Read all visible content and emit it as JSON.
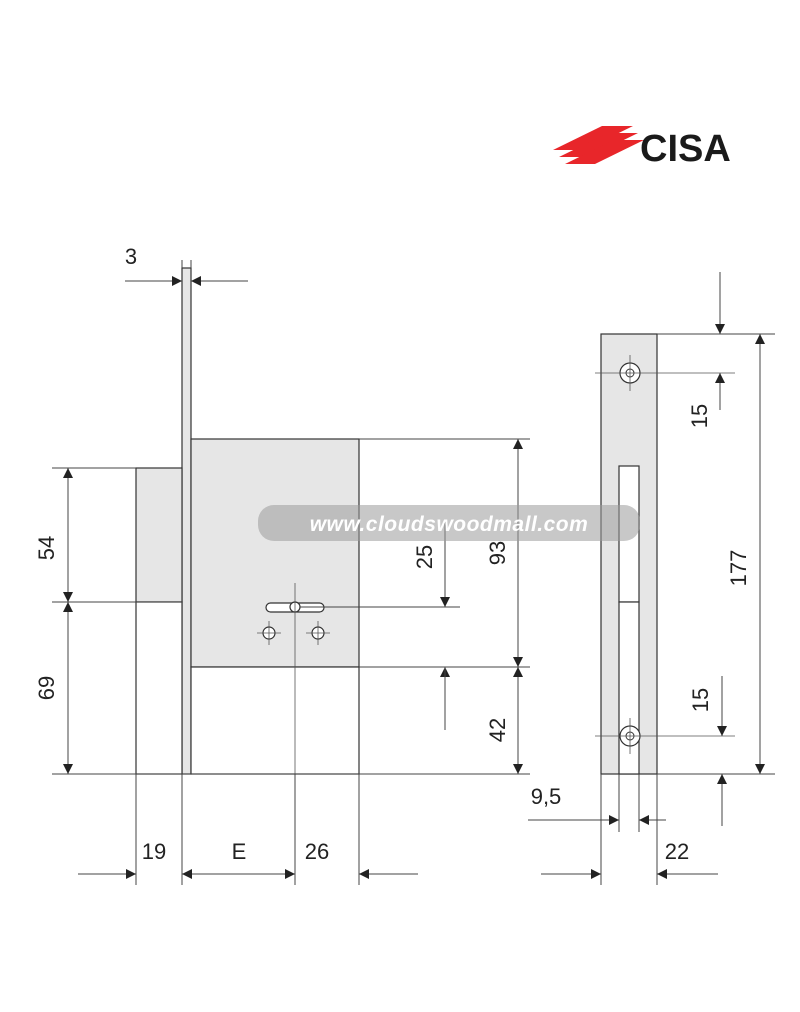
{
  "brand": {
    "name": "CISA",
    "color": "#e8262a"
  },
  "watermark": {
    "text": "www.cloudswoodmall.com"
  },
  "dimensions": {
    "faceplate_thickness": "3",
    "upper_height": "54",
    "lower_height": "69",
    "backset_offset": "19",
    "backset": "E",
    "spindle_to_back": "26",
    "key_to_top": "25",
    "case_height": "93",
    "key_to_bottom": "42",
    "hole_offset_top": "15",
    "hole_offset_bottom": "15",
    "faceplate_length": "177",
    "slot_width": "9,5",
    "faceplate_width": "22"
  }
}
